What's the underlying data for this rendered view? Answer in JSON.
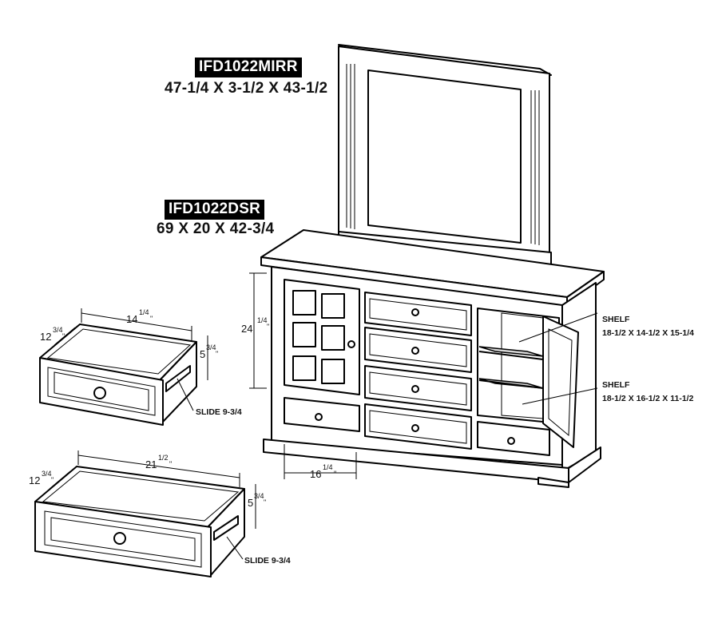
{
  "mirror": {
    "model": "IFD1022MIRR",
    "dims": "47-1/4 X 3-1/2 X 43-1/2"
  },
  "dresser": {
    "model": "IFD1022DSR",
    "dims": "69 X 20 X 42-3/4"
  },
  "shelves": [
    {
      "title": "SHELF",
      "dims": "18-1/2 X 14-1/2 X 15-1/4"
    },
    {
      "title": "SHELF",
      "dims": "18-1/2 X 16-1/2 X 11-1/2"
    }
  ],
  "dresser_dims": {
    "height_whole": "24",
    "height_frac": "1/4",
    "height_unit": "\"",
    "width_whole": "16",
    "width_frac": "1/4",
    "width_unit": "\""
  },
  "small_drawer": {
    "width_whole": "14",
    "width_frac": "1/4",
    "width_unit": "\"",
    "depth_whole": "12",
    "depth_frac": "3/4",
    "depth_unit": "\"",
    "height_whole": "5",
    "height_frac": "3/4",
    "height_unit": "\"",
    "slide": "SLIDE 9-3/4"
  },
  "large_drawer": {
    "width_whole": "21",
    "width_frac": "1/2",
    "width_unit": "\"",
    "depth_whole": "12",
    "depth_frac": "3/4",
    "depth_unit": "\"",
    "height_whole": "5",
    "height_frac": "3/4",
    "height_unit": "\"",
    "slide": "SLIDE 9-3/4"
  }
}
